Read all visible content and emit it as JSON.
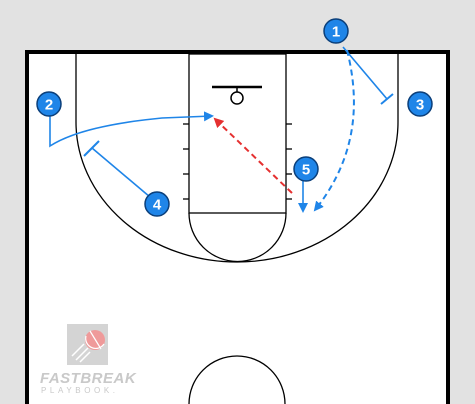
{
  "players": [
    {
      "id": "p1",
      "label": "1"
    },
    {
      "id": "p2",
      "label": "2"
    },
    {
      "id": "p3",
      "label": "3"
    },
    {
      "id": "p4",
      "label": "4"
    },
    {
      "id": "p5",
      "label": "5"
    }
  ],
  "colors": {
    "court_bg": "#ffffff",
    "outside_bg": "#e2e2e2",
    "lines": "#000000",
    "player_fill": "#1f85e8",
    "player_outline": "#0b3f7a",
    "cut": "#1f85e8",
    "pass": "#e53030",
    "logo": "#c9c9c9",
    "logo_ball": "#e9a0a0"
  },
  "logo": {
    "main": "FASTBREAK",
    "sub": "PLAYBOOK."
  }
}
